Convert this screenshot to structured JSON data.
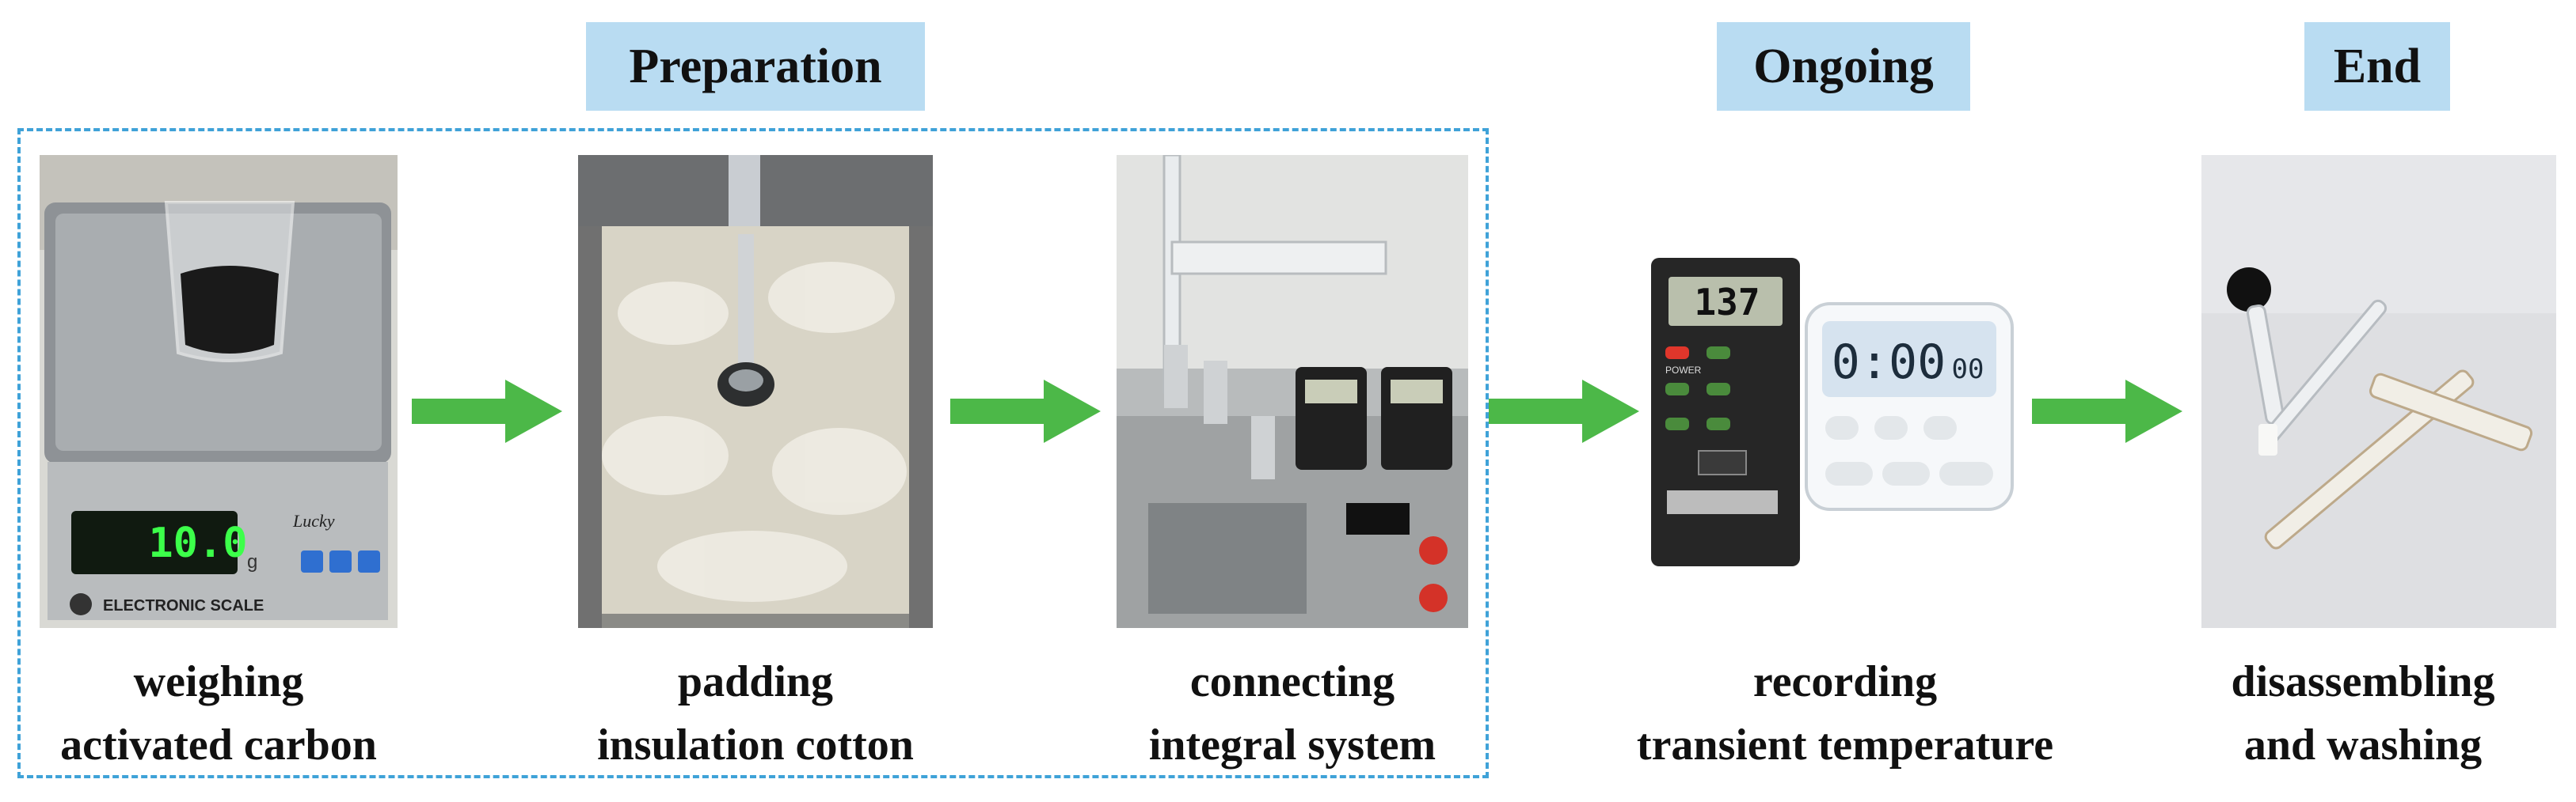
{
  "phases": {
    "preparation": "Preparation",
    "ongoing": "Ongoing",
    "end": "End"
  },
  "steps": [
    {
      "line1": "weighing",
      "line2": "activated carbon"
    },
    {
      "line1": "padding",
      "line2": "insulation cotton"
    },
    {
      "line1": "connecting",
      "line2": "integral system"
    },
    {
      "line1": "recording",
      "line2": "transient temperature"
    },
    {
      "line1": "disassembling",
      "line2": "and washing"
    }
  ],
  "photo_text": {
    "scale_reading": "10.0",
    "scale_unit": "g",
    "scale_label": "ELECTRONIC SCALE",
    "scale_brand": "Lucky",
    "thermometer_reading": "137",
    "thermometer_power": "POWER",
    "timer_reading": "0:00",
    "timer_small": "00"
  },
  "colors": {
    "arrow": "#4cb848",
    "phase_fill": "#b9dcf2",
    "frame_border": "#3fa2d8"
  }
}
